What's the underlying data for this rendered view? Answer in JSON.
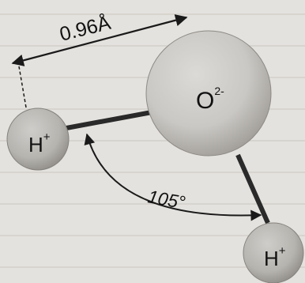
{
  "atoms": {
    "oxygen": {
      "symbol": "O",
      "charge": "2-"
    },
    "hydrogen_left": {
      "symbol": "H",
      "charge": "+"
    },
    "hydrogen_right": {
      "symbol": "H",
      "charge": "+"
    }
  },
  "bond_length": {
    "label": "0.96Å"
  },
  "bond_angle": {
    "label": "105°"
  },
  "colors": {
    "oxygen_fill": "#cfcdca",
    "hydrogen_fill": "#bcbab6",
    "bond": "#2a2a2a",
    "line": "#1a1a1a"
  }
}
